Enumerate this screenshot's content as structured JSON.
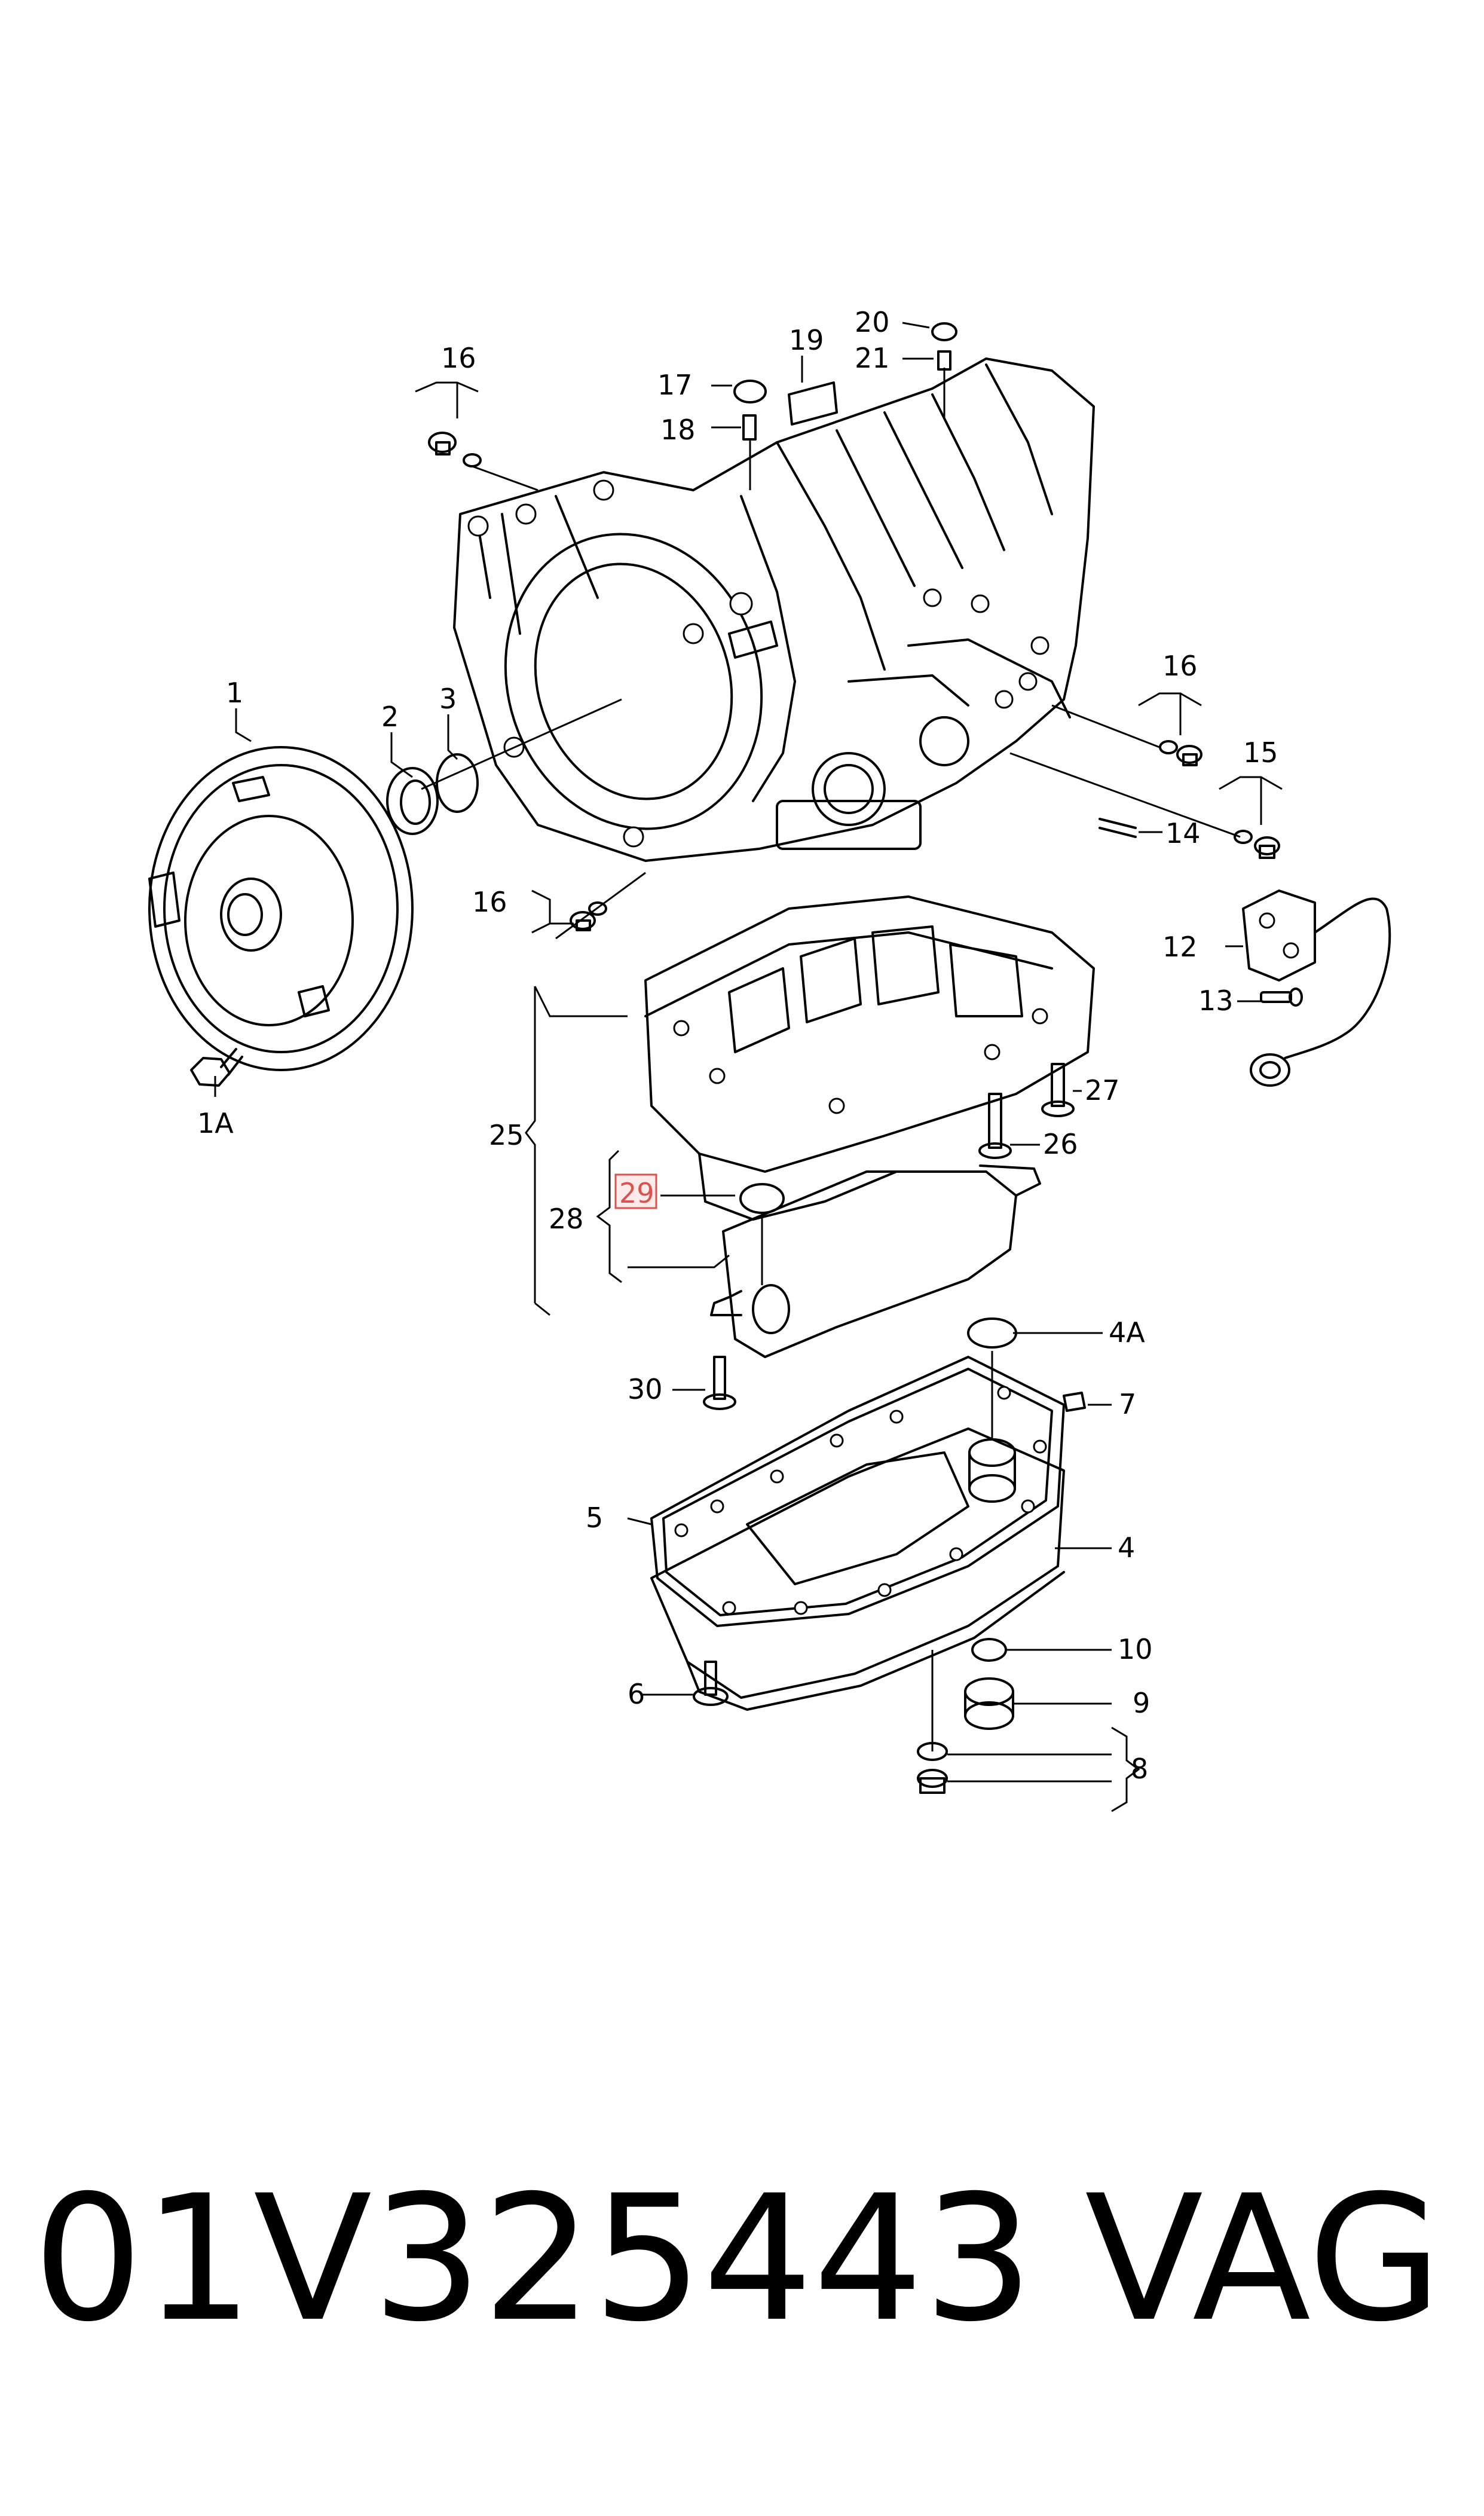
{
  "labels": {
    "l1": "1",
    "l1A": "1A",
    "l2": "2",
    "l3": "3",
    "l4": "4",
    "l4A": "4A",
    "l5": "5",
    "l6": "6",
    "l7": "7",
    "l8": "8",
    "l9": "9",
    "l10": "10",
    "l12": "12",
    "l13": "13",
    "l14": "14",
    "l15": "15",
    "l16a": "16",
    "l16b": "16",
    "l16c": "16",
    "l17": "17",
    "l18": "18",
    "l19": "19",
    "l20": "20",
    "l21": "21",
    "l25": "25",
    "l26": "26",
    "l27": "27",
    "l28": "28",
    "l29": "29",
    "l30": "30"
  },
  "highlight": {
    "label": "29",
    "stroke_color": "#d9534f",
    "fill_color": "#fdeaea"
  },
  "footer": {
    "part_number": "01V325443",
    "brand": "VAG"
  }
}
